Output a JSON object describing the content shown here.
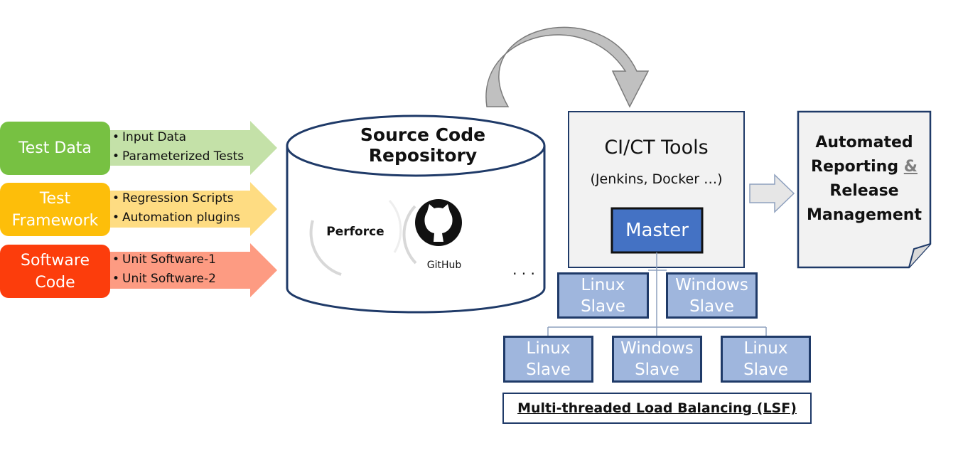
{
  "inputs": [
    {
      "label_lines": [
        "Test Data"
      ],
      "color": "#77c142",
      "bullets": [
        "Input Data",
        "Parameterized Tests"
      ],
      "arrow_color": "#c4e1a8"
    },
    {
      "label_lines": [
        "Test",
        "Framework"
      ],
      "color": "#fdbe0a",
      "bullets": [
        "Regression Scripts",
        "Automation plugins"
      ],
      "arrow_color": "#fedc82"
    },
    {
      "label_lines": [
        "Software",
        "Code"
      ],
      "color": "#fc3d0c",
      "bullets": [
        "Unit Software-1",
        "Unit Software-2"
      ],
      "arrow_color": "#fd9b82"
    }
  ],
  "repository": {
    "title": "Source Code Repository",
    "perforce_label": "Perforce",
    "github_label": "GitHub",
    "ellipsis": ". . .",
    "border_color": "#1f3a68"
  },
  "ci_tools": {
    "title": "CI/CT Tools",
    "subtitle": "(Jenkins, Docker …)",
    "master_label": "Master",
    "master_color": "#4472c4"
  },
  "slaves_upper": [
    {
      "lines": [
        "Linux",
        "Slave"
      ]
    },
    {
      "lines": [
        "Windows",
        "Slave"
      ]
    }
  ],
  "slaves_lower": [
    {
      "lines": [
        "Linux",
        "Slave"
      ]
    },
    {
      "lines": [
        "Windows",
        "Slave"
      ]
    },
    {
      "lines": [
        "Linux",
        "Slave"
      ]
    }
  ],
  "load_balancing_label": "Multi-threaded Load Balancing (LSF)",
  "reporting": {
    "lines": [
      "Automated",
      "Reporting",
      "&",
      "Release",
      "Management"
    ]
  }
}
